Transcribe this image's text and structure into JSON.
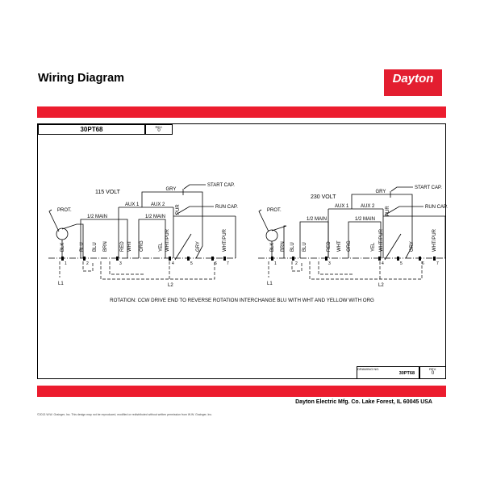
{
  "header": {
    "title": "Wiring Diagram",
    "logo": "Dayton"
  },
  "title_block": {
    "model": "30PT68",
    "rev_label": "REV.",
    "rev": "0"
  },
  "drawing_block": {
    "label": "DRAWING NO.",
    "number": "30PT68",
    "rev_label": "REV.",
    "rev": "0"
  },
  "diagram_115": {
    "voltage": "115 VOLT",
    "prot": "PROT.",
    "start_cap": "START CAP.",
    "run_cap": "RUN CAP.",
    "gry_top": "GRY",
    "aux1": "AUX 1",
    "aux2": "AUX 2",
    "main1": "1/2 MAIN",
    "main2": "1/2 MAIN",
    "pur": "PUR",
    "wires": [
      "BLK",
      "BLU",
      "BLU",
      "BRN",
      "RED",
      "WHT",
      "ORG",
      "YEL",
      "WHT/PUR",
      "GRY",
      "WHT/PUR"
    ],
    "terminals": [
      "1",
      "2",
      "3",
      "4",
      "5",
      "6",
      "7"
    ],
    "l1": "L1",
    "l2": "L2"
  },
  "diagram_230": {
    "voltage": "230 VOLT",
    "prot": "PROT.",
    "start_cap": "START CAP.",
    "run_cap": "RUN CAP.",
    "gry_top": "GRY",
    "aux1": "AUX 1",
    "aux2": "AUX 2",
    "main1": "1/2 MAIN",
    "main2": "1/2 MAIN",
    "pur": "PUR",
    "wires": [
      "BLK",
      "BRN",
      "BLU",
      "BLU",
      "RED",
      "WHT",
      "ORG",
      "YEL",
      "WHT/PUR",
      "GRY",
      "WHT/PUR"
    ],
    "terminals": [
      "1",
      "2",
      "3",
      "4",
      "5",
      "6",
      "7"
    ],
    "l1": "L1",
    "l2": "L2"
  },
  "rotation_note": "ROTATION: CCW DRIVE END TO REVERSE ROTATION INTERCHANGE BLU WITH WHT AND YELLOW WITH ORG",
  "footer": "Dayton Electric Mfg. Co.  Lake Forest, IL  60045  USA",
  "copyright": "©2013 W.W. Grainger, Inc.   This design may not be reproduced, modified or redistributed without written permission from W.W. Grainger, Inc.",
  "colors": {
    "red": "#ec1c2e"
  }
}
